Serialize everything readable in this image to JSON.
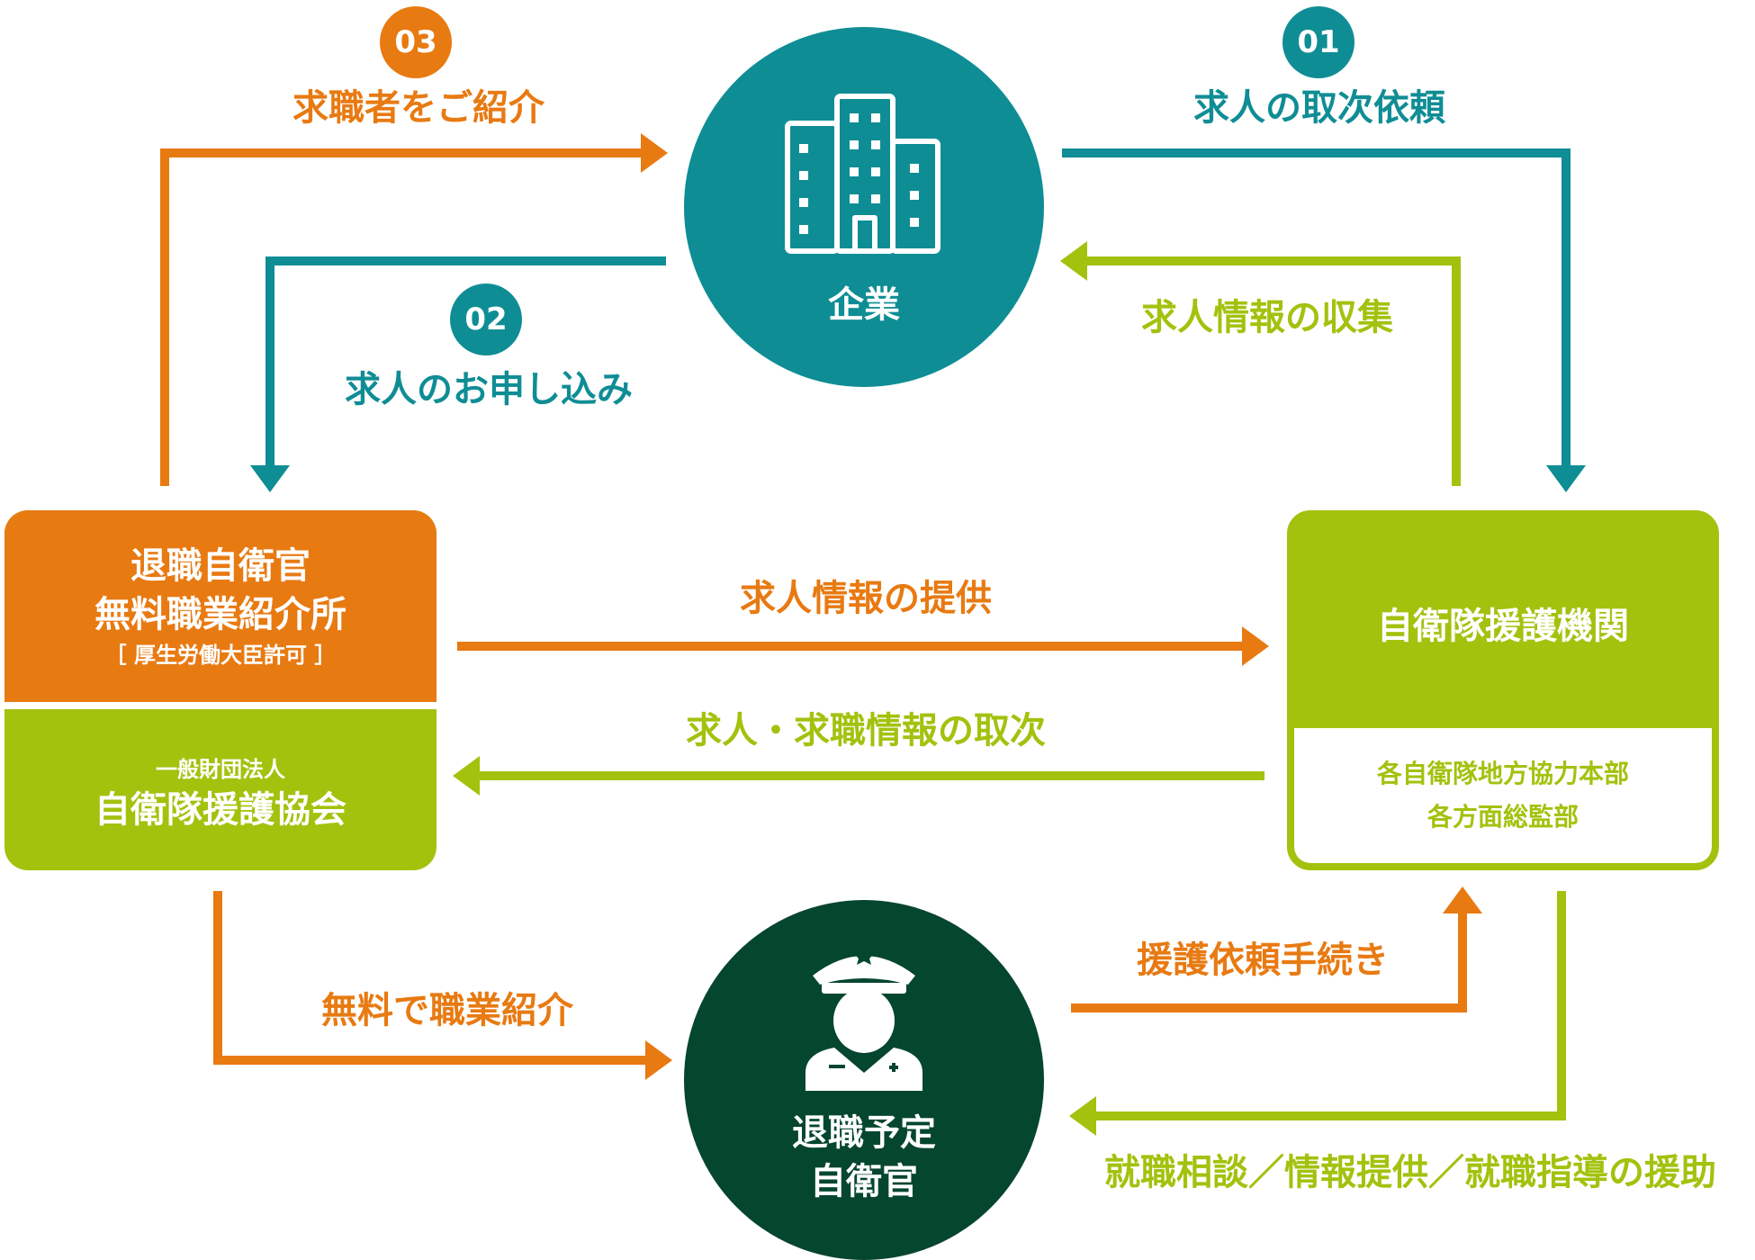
{
  "colors": {
    "orange": "#e87a12",
    "teal": "#0f8d95",
    "lime": "#a2c20e",
    "dark_green": "#05462e",
    "white": "#ffffff"
  },
  "nodes": {
    "company": {
      "label": "企業",
      "icon": "office-building-icon"
    },
    "retiree": {
      "lines": [
        "退職予定",
        "自衛官"
      ],
      "icon": "officer-person-icon"
    },
    "left_box": {
      "top_lines": [
        "退職自衛官",
        "無料職業紹介所"
      ],
      "top_note": "［ 厚生労働大臣許可 ］",
      "bottom_small": "一般財団法人",
      "bottom_big": "自衛隊援護協会"
    },
    "right_box": {
      "title": "自衛隊援護機関",
      "sub_lines": [
        "各自衛隊地方協力本部",
        "各方面総監部"
      ]
    }
  },
  "steps": [
    {
      "number": "01",
      "label": "求人の取次依頼",
      "color": "teal"
    },
    {
      "number": "02",
      "label": "求人のお申し込み",
      "color": "teal"
    },
    {
      "number": "03",
      "label": "求職者をご紹介",
      "color": "orange"
    }
  ],
  "flows": {
    "collect": "求人情報の収集",
    "provide": "求人情報の提供",
    "relay": "求人・求職情報の取次",
    "free_intro": "無料で職業紹介",
    "request": "援護依頼手続き",
    "support": "就職相談／情報提供／就職指導の援助"
  }
}
